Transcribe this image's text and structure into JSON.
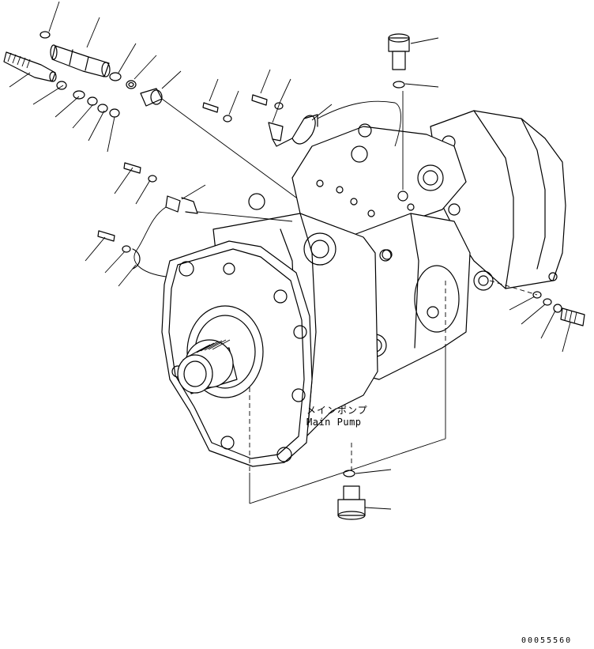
{
  "diagram": {
    "assembly_label_jp": "メインポンプ",
    "assembly_label_en": "Main Pump",
    "drawing_number": "00055560"
  },
  "colors": {
    "line": "#000000",
    "background": "#ffffff"
  }
}
